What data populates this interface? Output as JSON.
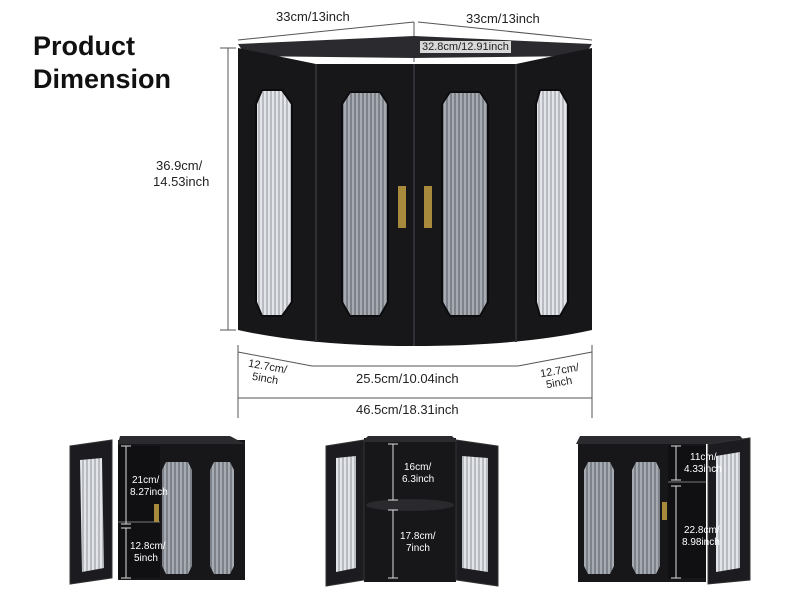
{
  "title": {
    "line1": "Product",
    "line2": "Dimension"
  },
  "main": {
    "width_left": "33cm/13inch",
    "width_right": "33cm/13inch",
    "depth": "32.8cm/12.91inch",
    "height_a": "36.9cm/",
    "height_b": "14.53inch",
    "side_left_a": "12.7cm/",
    "side_left_b": "5inch",
    "front": "25.5cm/10.04inch",
    "side_right_a": "12.7cm/",
    "side_right_b": "5inch",
    "total": "46.5cm/18.31inch"
  },
  "detail_left": {
    "upper_a": "21cm/",
    "upper_b": "8.27inch",
    "lower_a": "12.8cm/",
    "lower_b": "5inch"
  },
  "detail_center": {
    "upper_a": "16cm/",
    "upper_b": "6.3inch",
    "lower_a": "17.8cm/",
    "lower_b": "7inch"
  },
  "detail_right": {
    "upper_a": "11cm/",
    "upper_b": "4.33inch",
    "lower_a": "22.8cm/",
    "lower_b": "8.98inch"
  },
  "colors": {
    "cabinet": "#17171a",
    "glass": "#8a8e96",
    "handle": "#a88a3c",
    "line": "#555555"
  }
}
